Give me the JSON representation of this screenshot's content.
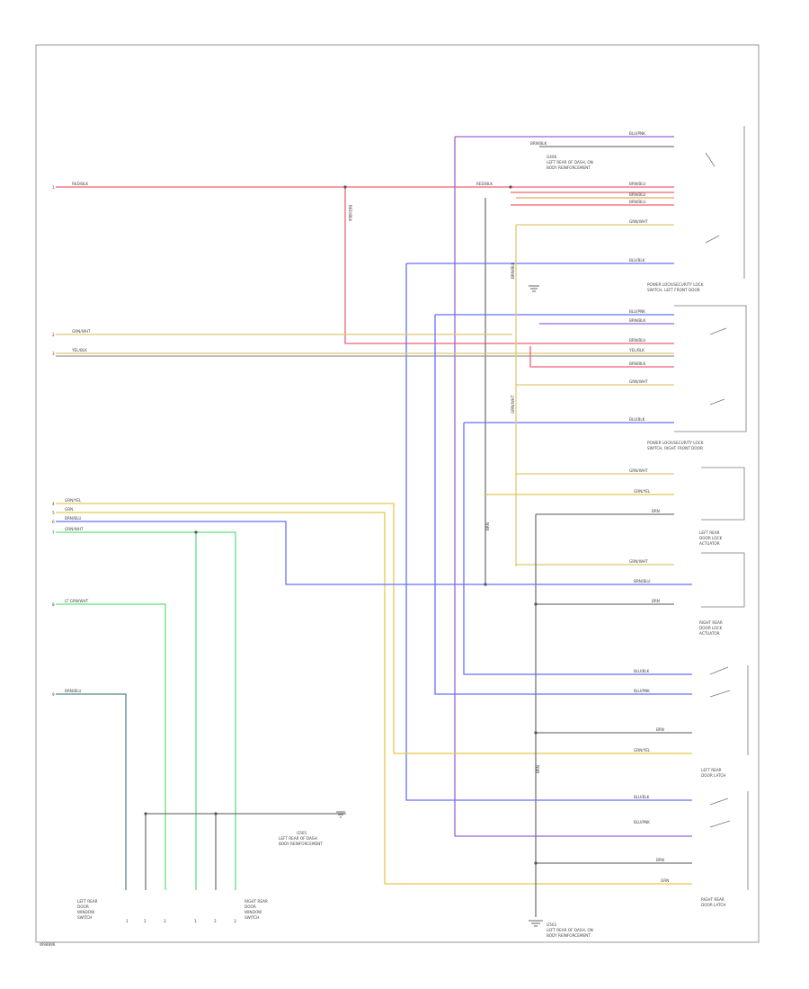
{
  "diagram": {
    "footer_code": "W98896",
    "colors": {
      "red": "#f06070",
      "yellow": "#e0c870",
      "yellow_bright": "#e8c84a",
      "blue": "#6870ff",
      "purple": "#a060d0",
      "green": "#60e080",
      "gray": "#888888",
      "orange": "#e0a860",
      "teal": "#508890"
    },
    "left_connectors": [
      {
        "pin": "1",
        "wire": "RED/BLK"
      },
      {
        "pin": "2",
        "wire": "GRN/WHT"
      },
      {
        "pin": "3",
        "wire": "YEL/BLK"
      },
      {
        "pin": "4",
        "wire": "GRN/YEL"
      },
      {
        "pin": "5",
        "wire": "GRN"
      },
      {
        "pin": "6",
        "wire": "BRN/BLU"
      },
      {
        "pin": "7",
        "wire": "GRN/WHT"
      },
      {
        "pin": "8",
        "wire": "LT GRN/WHT"
      },
      {
        "pin": "9",
        "wire": "BRN/BLU"
      }
    ],
    "right_wires": [
      "BLU/PNK",
      "BRN/BLK",
      "BRN/BLU",
      "BRN/BLU",
      "BRN/BLU",
      "GRN/WHT",
      "BLU/BLK",
      "BLU/PNK",
      "BRN/BLK",
      "BRN/BLU",
      "YEL/BLK",
      "BRN/BLK",
      "GRN/WHT",
      "BLU/BLK",
      "GRN/WHT",
      "GRN/YEL",
      "BRN",
      "GRN/WHT",
      "BRN/BLU",
      "BRN",
      "BLU/BLK",
      "BLU/PNK",
      "BRN",
      "GRN/YEL",
      "BLU/BLK",
      "BLU/PNK",
      "BRN",
      "GRN"
    ],
    "splice_labels": [
      "RED/BLK",
      "RED/BLK",
      "BRN/BLK",
      "GRN/WHT",
      "BRN",
      "BRN"
    ],
    "components": {
      "g_top": [
        "G406",
        "LEFT REAR OF DASH, ON",
        "BODY REINFORCEMENT"
      ],
      "sw_left_rear": [
        "POWER LOCK/SECURITY LOCK",
        "SWITCH, LEFT FRONT DOOR"
      ],
      "sw_right_rear": [
        "POWER LOCK/SECURITY LOCK",
        "SWITCH, RIGHT FRONT DOOR"
      ],
      "left_rear_lock": [
        "LEFT REAR",
        "DOOR LOCK",
        "ACTUATOR"
      ],
      "right_rear_lock": [
        "RIGHT REAR",
        "DOOR LOCK",
        "ACTUATOR"
      ],
      "left_rear_latch": [
        "LEFT REAR",
        "DOOR LATCH"
      ],
      "right_rear_latch": [
        "RIGHT REAR",
        "DOOR LATCH"
      ],
      "g_mid": [
        "G501",
        "LEFT REAR OF DASH",
        "BODY REINFORCEMENT"
      ],
      "g_bottom": [
        "G502",
        "LEFT REAR OF DASH, ON",
        "BODY REINFORCEMENT"
      ],
      "left_door": [
        "LEFT REAR",
        "DOOR",
        "WINDOW",
        "SWITCH"
      ],
      "right_door": [
        "RIGHT REAR",
        "DOOR",
        "WINDOW",
        "SWITCH"
      ]
    },
    "bottom_pins": [
      "1",
      "2",
      "3",
      "1",
      "2",
      "3"
    ]
  }
}
